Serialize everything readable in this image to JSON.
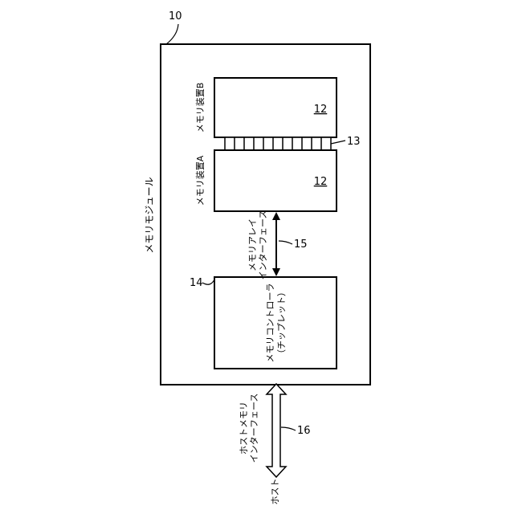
{
  "module": {
    "ref": "10",
    "label": "メモリモジュール"
  },
  "device_b": {
    "label": "メモリ装置B",
    "ref": "12"
  },
  "device_a": {
    "label": "メモリ装置A",
    "ref": "12"
  },
  "connector": {
    "ref": "13"
  },
  "controller": {
    "ref": "14",
    "line1": "メモリコントローラ",
    "line2": "（チップレット）"
  },
  "array_interface": {
    "line1": "メモリアレイ",
    "line2": "インターフェース",
    "ref": "15"
  },
  "host_interface": {
    "line1": "ホストメモリ",
    "line2": "インターフェース",
    "ref": "16"
  },
  "host": {
    "label": "ホスト"
  }
}
